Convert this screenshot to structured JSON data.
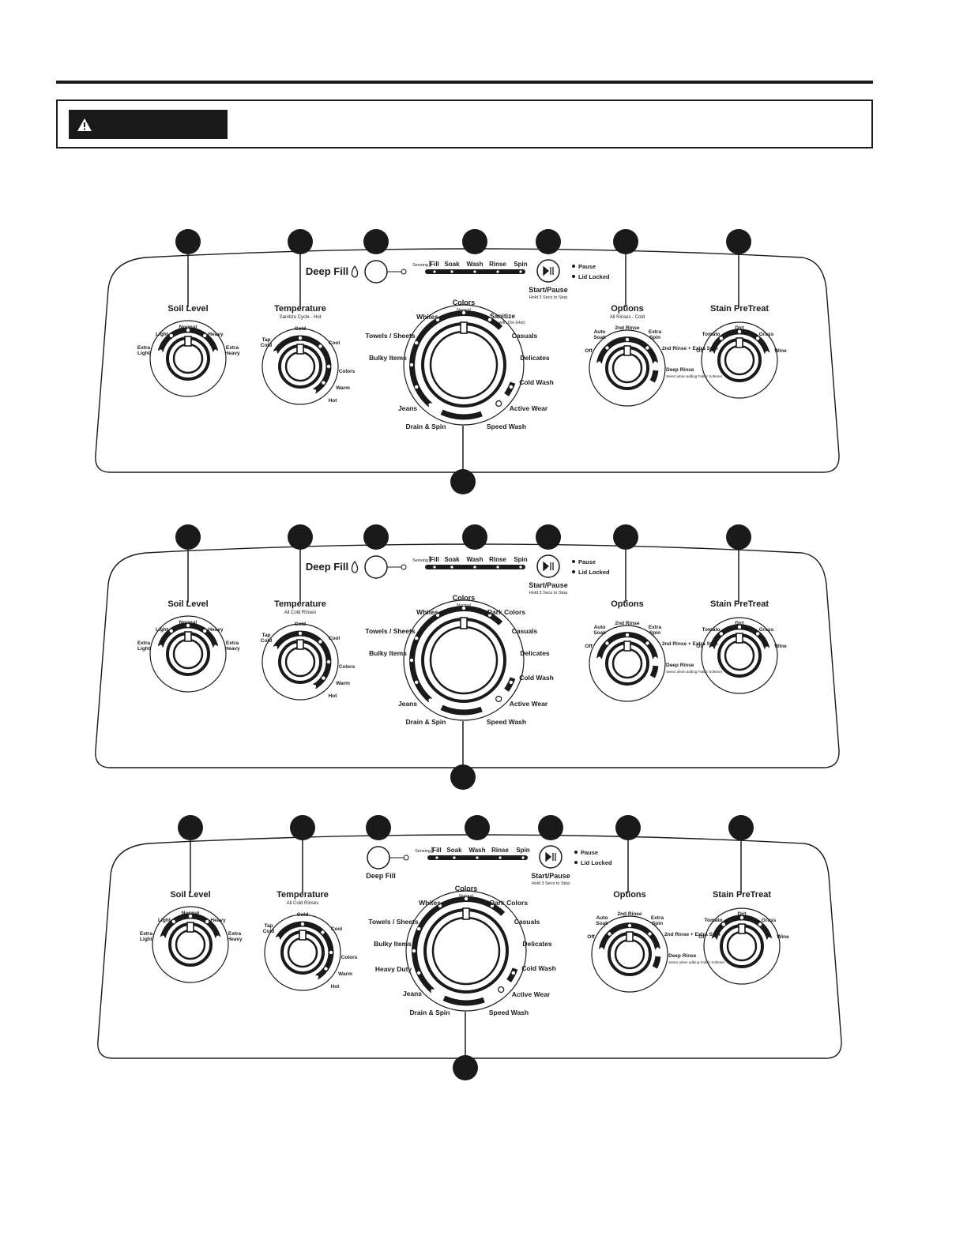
{
  "panels": [
    {
      "deep_fill": "Deep Fill",
      "deep_fill_icon": "water-drop-icon",
      "stages": [
        "Fill",
        "Soak",
        "Wash",
        "Rinse",
        "Spin"
      ],
      "sensing": "Sensing",
      "start_pause": "Start/Pause",
      "start_pause_sub": "Hold 3 Secs to Stop",
      "indicators": [
        "Pause",
        "Lid Locked"
      ],
      "soil": {
        "title": "Soil Level",
        "options": [
          "Extra Light",
          "Light",
          "Normal",
          "Heavy",
          "Extra Heavy"
        ]
      },
      "temp": {
        "title": "Temperature",
        "subtitle": "Sanitize Cycle - Hot",
        "options": [
          "Tap Cold",
          "Cold",
          "Cool",
          "Colors",
          "Warm",
          "Hot"
        ]
      },
      "cycle": {
        "top": "Colors",
        "top_sub": "Normal",
        "left": [
          "Whites",
          "Towels / Sheets",
          "Bulky Items",
          "Jeans",
          "Drain & Spin"
        ],
        "right": [
          "Sanitize",
          "Casuals",
          "Delicates",
          "Cold Wash",
          "Active Wear",
          "Speed Wash"
        ],
        "right_sub": "with Oxi (Hot)"
      },
      "options": {
        "title": "Options",
        "subtitle": "All Rinses - Cold",
        "items": [
          "Off",
          "Auto Soak",
          "2nd Rinse",
          "Extra Spin",
          "2nd Rinse + Extra Spin",
          "Deep Rinse"
        ],
        "deep_rinse_note": "Select when adding Fabric Softener"
      },
      "stain": {
        "title": "Stain PreTreat",
        "options": [
          "Off",
          "Tomato",
          "Dirt",
          "Grass",
          "Wine"
        ]
      }
    },
    {
      "deep_fill": "Deep Fill",
      "deep_fill_icon": "water-drop-icon",
      "stages": [
        "Fill",
        "Soak",
        "Wash",
        "Rinse",
        "Spin"
      ],
      "sensing": "Sensing",
      "start_pause": "Start/Pause",
      "start_pause_sub": "Hold 3 Secs to Stop",
      "indicators": [
        "Pause",
        "Lid Locked"
      ],
      "soil": {
        "title": "Soil Level",
        "options": [
          "Extra Light",
          "Light",
          "Normal",
          "Heavy",
          "Extra Heavy"
        ]
      },
      "temp": {
        "title": "Temperature",
        "subtitle": "All Cold Rinses",
        "options": [
          "Tap Cold",
          "Cold",
          "Cool",
          "Colors",
          "Warm",
          "Hot"
        ]
      },
      "cycle": {
        "top": "Colors",
        "top_sub": "Normal",
        "left": [
          "Whites",
          "Towels / Sheets",
          "Bulky Items",
          "Jeans",
          "Drain & Spin"
        ],
        "right": [
          "Dark Colors",
          "Casuals",
          "Delicates",
          "Cold Wash",
          "Active Wear",
          "Speed Wash"
        ],
        "right_sub": ""
      },
      "options": {
        "title": "Options",
        "subtitle": "",
        "items": [
          "Off",
          "Auto Soak",
          "2nd Rinse",
          "Extra Spin",
          "2nd Rinse + Extra Spin",
          "Deep Rinse"
        ],
        "deep_rinse_note": "Select when adding Fabric Softener"
      },
      "stain": {
        "title": "Stain PreTreat",
        "options": [
          "Off",
          "Tomato",
          "Dirt",
          "Grass",
          "Wine"
        ]
      }
    },
    {
      "deep_fill": "Deep Fill",
      "deep_fill_icon": "",
      "stages": [
        "Fill",
        "Soak",
        "Wash",
        "Rinse",
        "Spin"
      ],
      "sensing": "Sensing",
      "start_pause": "Start/Pause",
      "start_pause_sub": "Hold 3 Secs to Stop",
      "indicators": [
        "Pause",
        "Lid Locked"
      ],
      "soil": {
        "title": "Soil Level",
        "options": [
          "Extra Light",
          "Light",
          "Normal",
          "Heavy",
          "Extra Heavy"
        ]
      },
      "temp": {
        "title": "Temperature",
        "subtitle": "All Cold Rinses",
        "options": [
          "Tap Cold",
          "Cold",
          "Cool",
          "Colors",
          "Warm",
          "Hot"
        ]
      },
      "cycle": {
        "top": "Colors",
        "top_sub": "Normal",
        "left": [
          "Whites",
          "Towels / Sheets",
          "Bulky Items",
          "Heavy Duty",
          "Jeans",
          "Drain & Spin"
        ],
        "right": [
          "Dark Colors",
          "Casuals",
          "Delicates",
          "Cold Wash",
          "Active Wear",
          "Speed Wash"
        ],
        "right_sub": ""
      },
      "options": {
        "title": "Options",
        "subtitle": "",
        "items": [
          "Off",
          "Auto Soak",
          "2nd Rinse",
          "Extra Spin",
          "2nd Rinse + Extra Spin",
          "Deep Rinse"
        ],
        "deep_rinse_note": "Select when adding Fabric Softener"
      },
      "stain": {
        "title": "Stain PreTreat",
        "options": [
          "Off",
          "Tomato",
          "Dirt",
          "Grass",
          "Wine"
        ]
      }
    }
  ],
  "colors": {
    "ink": "#1a1a1a",
    "background": "#ffffff"
  },
  "warning_icon": "warning-triangle-icon"
}
